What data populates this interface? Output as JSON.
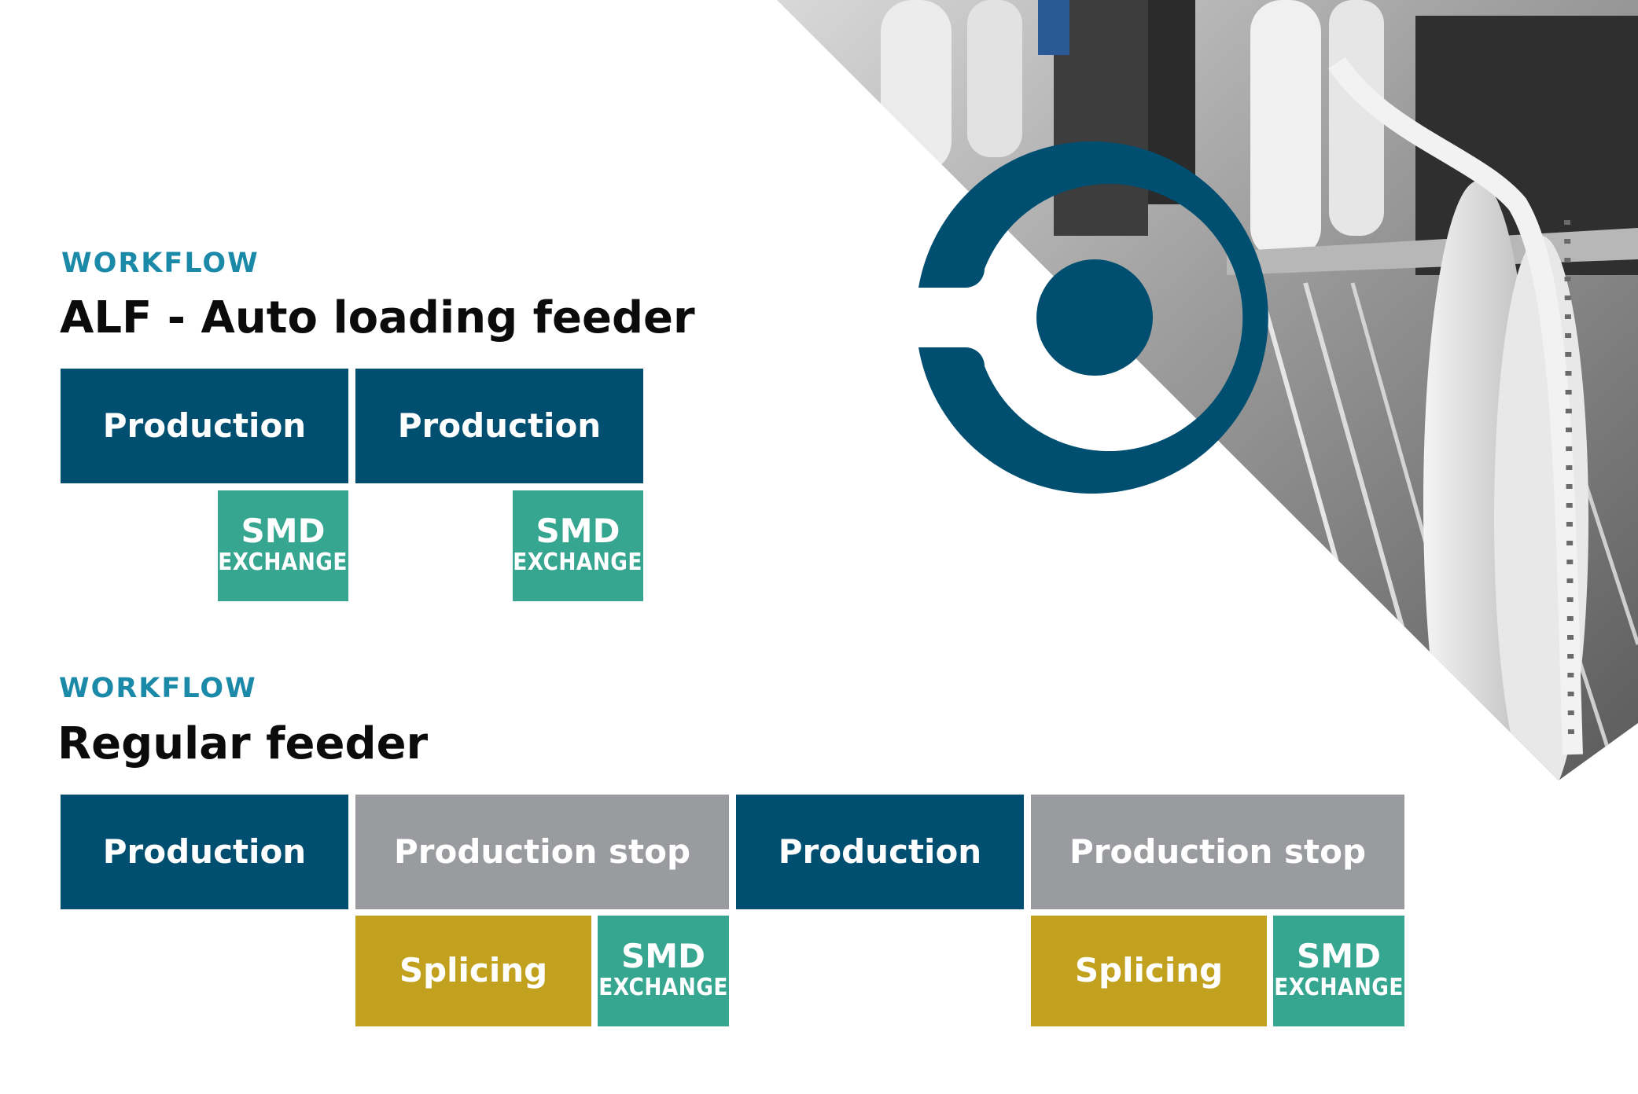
{
  "colors": {
    "brand_blue": "#004f71",
    "eyebrow_teal": "#1b8aa9",
    "production": "#004f71",
    "production_stop": "#999b9e",
    "splicing": "#c1a11e",
    "smd_exchange": "#36a691"
  },
  "alf": {
    "eyebrow": "WORKFLOW",
    "title": "ALF - Auto loading feeder",
    "production_1": "Production",
    "production_2": "Production",
    "smd_1_main": "SMD",
    "smd_1_sub": "EXCHANGE",
    "smd_2_main": "SMD",
    "smd_2_sub": "EXCHANGE"
  },
  "regular": {
    "eyebrow": "WORKFLOW",
    "title": "Regular feeder",
    "production_1": "Production",
    "stop_1": "Production stop",
    "production_2": "Production",
    "stop_2": "Production stop",
    "splicing_1": "Splicing",
    "splicing_2": "Splicing",
    "smd_1_main": "SMD",
    "smd_1_sub": "EXCHANGE",
    "smd_2_main": "SMD",
    "smd_2_sub": "EXCHANGE"
  },
  "icons": {
    "logo": "ring-logo-icon",
    "photo": "smd-reel-feeder-photo"
  }
}
